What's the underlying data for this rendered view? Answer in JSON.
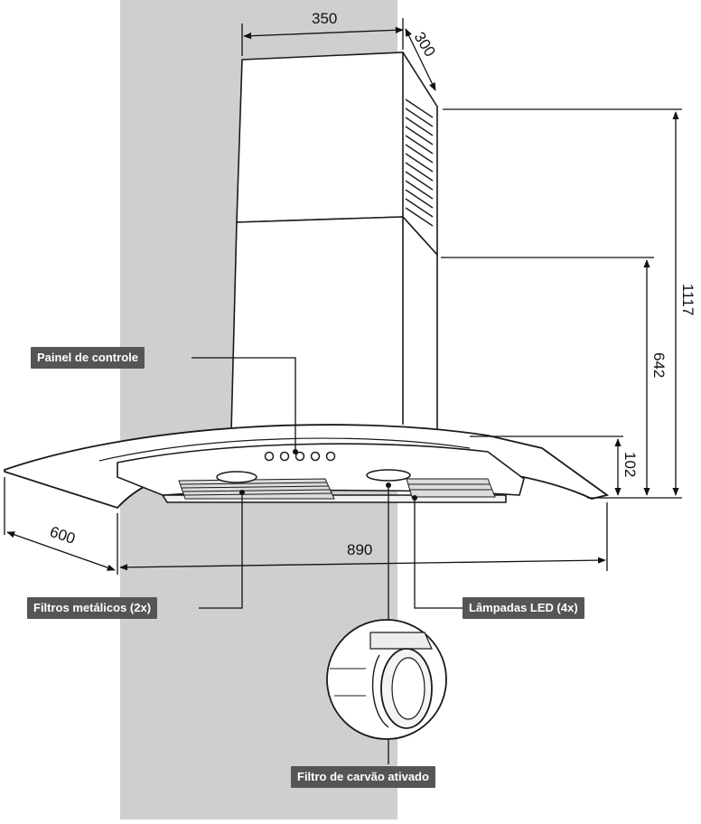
{
  "dimensions": {
    "top_width": "350",
    "top_depth": "300",
    "total_height": "1117",
    "chimney_lower_height": "642",
    "canopy_height": "102",
    "canopy_depth": "600",
    "canopy_width": "890"
  },
  "labels": {
    "control_panel": "Painel de controle",
    "metal_filters": "Filtros metálicos (2x)",
    "led_lamps": "Lâmpadas LED (4x)",
    "carbon_filter": "Filtro de carvão ativado"
  },
  "colors": {
    "wall": "#cfcfd1",
    "label_bg": "#555555",
    "label_text": "#ffffff",
    "line": "#1a1a1a"
  }
}
